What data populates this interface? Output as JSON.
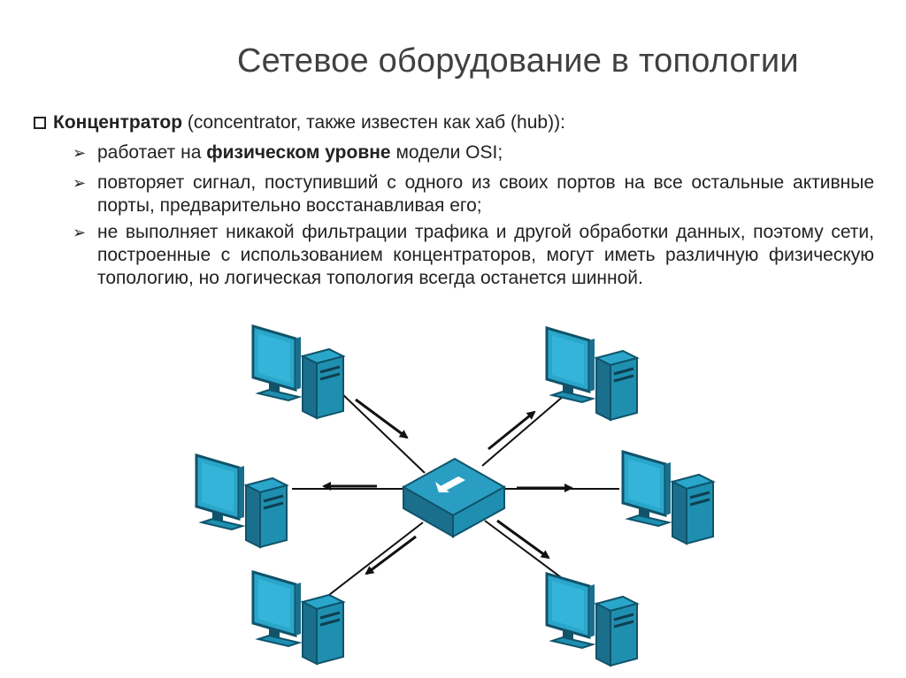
{
  "slide": {
    "title": "Сетевое оборудование в топологии"
  },
  "bullet1": {
    "term": "Концентратор",
    "rest": " (concentrator, также известен как хаб (hub)):"
  },
  "sub_bullets": [
    {
      "pre": "работает на ",
      "bold": "физическом уровне",
      "post": " модели OSI;"
    },
    {
      "text": "повторяет сигнал, поступивший с одного из своих портов на все остальные активные порты, предварительно восстанавливая его;"
    },
    {
      "text": "не выполняет никакой фильтрации трафика и другой обработки данных, поэтому сети, построенные с использованием концентраторов, могут иметь различную физическую топологию, но логическая топология всегда останется шинной."
    }
  ],
  "diagram": {
    "center_device": "hub",
    "nodes": [
      "computer-top-left",
      "computer-top-right",
      "computer-mid-left",
      "computer-mid-right",
      "computer-bottom-left",
      "computer-bottom-right"
    ],
    "colors": {
      "device_fill": "#1f8fb0",
      "device_dark": "#10536a",
      "screen": "#2aa6cb",
      "hub_top": "#2a9ec2",
      "hub_side": "#1a6f8c",
      "line": "#111111"
    }
  }
}
